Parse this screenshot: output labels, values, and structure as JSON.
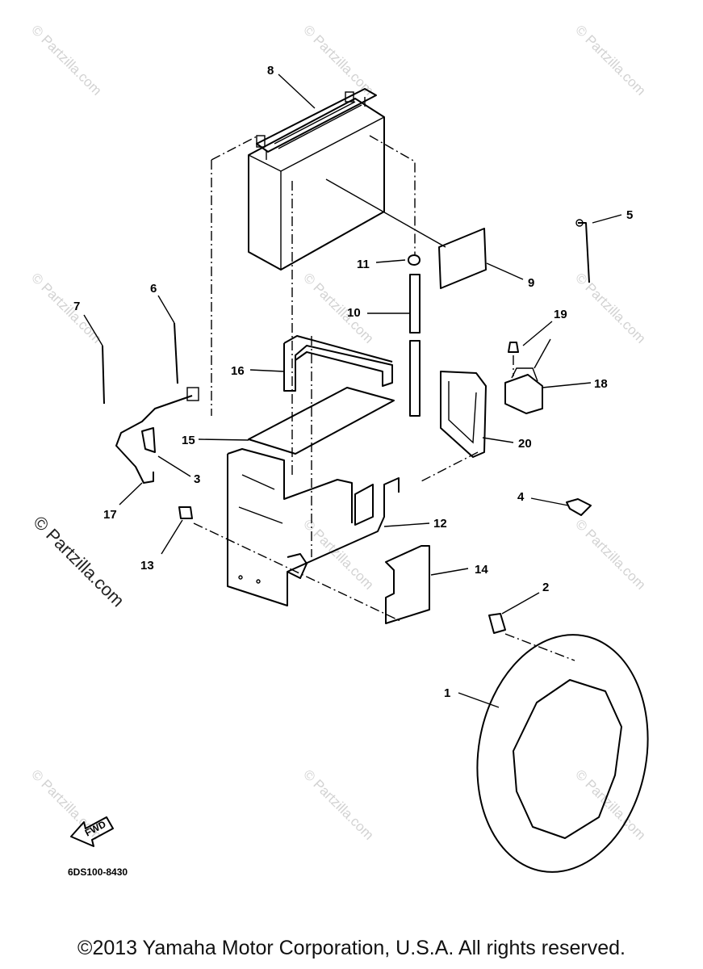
{
  "watermark": {
    "text": "© Partzilla.com",
    "main_text": "© Partzilla.com"
  },
  "callouts": [
    "1",
    "2",
    "3",
    "4",
    "5",
    "6",
    "7",
    "8",
    "9",
    "10",
    "11",
    "12",
    "13",
    "14",
    "15",
    "16",
    "17",
    "18",
    "19",
    "20"
  ],
  "fwd_label": "FWD",
  "diagram_ref": "6DS100-8430",
  "copyright": "©2013 Yamaha Motor Corporation, U.S.A. All rights reserved."
}
